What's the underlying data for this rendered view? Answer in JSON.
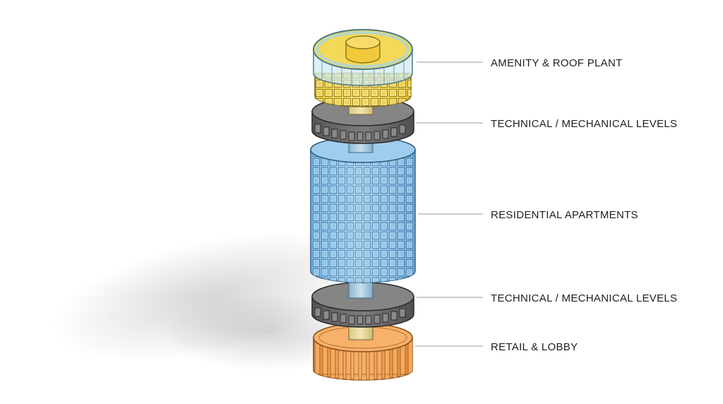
{
  "labels": {
    "roof": "AMENITY & ROOF PLANT",
    "mech_upper": "TECHNICAL / MECHANICAL LEVELS",
    "residential": "RESIDENTIAL APARTMENTS",
    "mech_lower": "TECHNICAL / MECHANICAL LEVELS",
    "retail": "RETAIL & LOBBY"
  },
  "colors": {
    "roof_yellow": "#f2d452",
    "glass": "#cfeaf2",
    "mech_grey": "#707070",
    "residential_blue": "#8cc3ea",
    "retail_orange": "#f4a45a",
    "core": "#eadb9a"
  }
}
